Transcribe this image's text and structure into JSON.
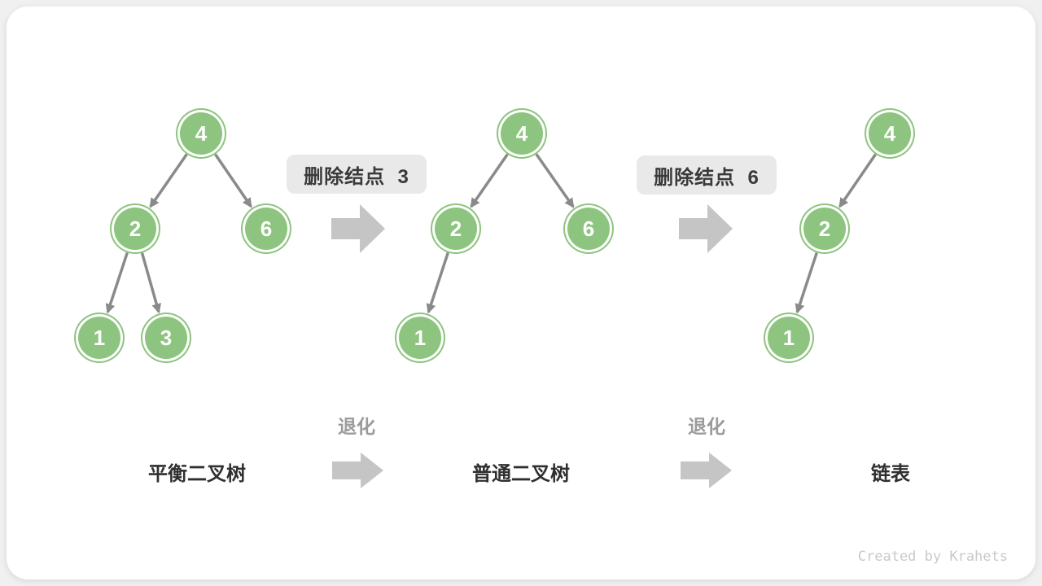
{
  "diagram": {
    "title_semantics": "binary search tree degradation after node removals",
    "trees": [
      {
        "name": "balanced-binary-tree",
        "nodes": [
          {
            "value": "4"
          },
          {
            "value": "2"
          },
          {
            "value": "6"
          },
          {
            "value": "1"
          },
          {
            "value": "3"
          }
        ]
      },
      {
        "name": "ordinary-binary-tree",
        "nodes": [
          {
            "value": "4"
          },
          {
            "value": "2"
          },
          {
            "value": "6"
          },
          {
            "value": "1"
          }
        ]
      },
      {
        "name": "linked-list",
        "nodes": [
          {
            "value": "4"
          },
          {
            "value": "2"
          },
          {
            "value": "1"
          }
        ]
      }
    ],
    "operation_labels": [
      {
        "text": "删除结点  3"
      },
      {
        "text": "删除结点  6"
      }
    ],
    "degrade_labels": [
      {
        "text": "退化"
      },
      {
        "text": "退化"
      }
    ],
    "stage_labels": [
      {
        "text": "平衡二叉树"
      },
      {
        "text": "普通二叉树"
      },
      {
        "text": "链表"
      }
    ],
    "watermark": "Created by Krahets",
    "colors": {
      "node_green": "#8dc47f",
      "edge_gray": "#8a8a8a",
      "big_arrow_gray": "#c5c5c5",
      "label_box_bg": "#e9e9e9",
      "label_text": "#3a3a3a",
      "degrade_text": "#9b9b9b",
      "stage_text": "#2f2f2f",
      "card_bg": "#ffffff",
      "page_bg": "#f0f0f0"
    }
  }
}
